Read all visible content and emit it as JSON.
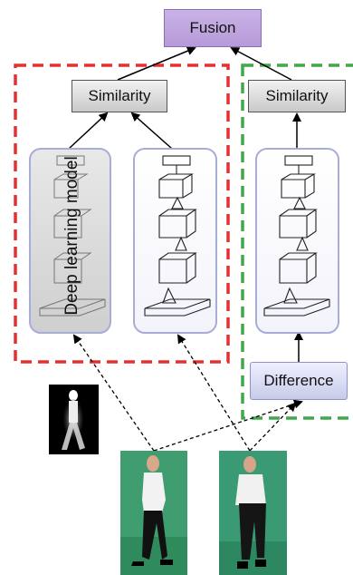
{
  "diagram": {
    "fusion_label": "Fusion",
    "similarity_left_label": "Similarity",
    "similarity_right_label": "Similarity",
    "difference_label": "Difference",
    "deep_learning_label": "Deep learning model",
    "colors": {
      "red_dashed": "#e53030",
      "green_dashed": "#3ea84a",
      "fusion_fill": "#c2a8e0",
      "network_border": "#a9acd8",
      "background_green": "#3d9b6e"
    }
  }
}
